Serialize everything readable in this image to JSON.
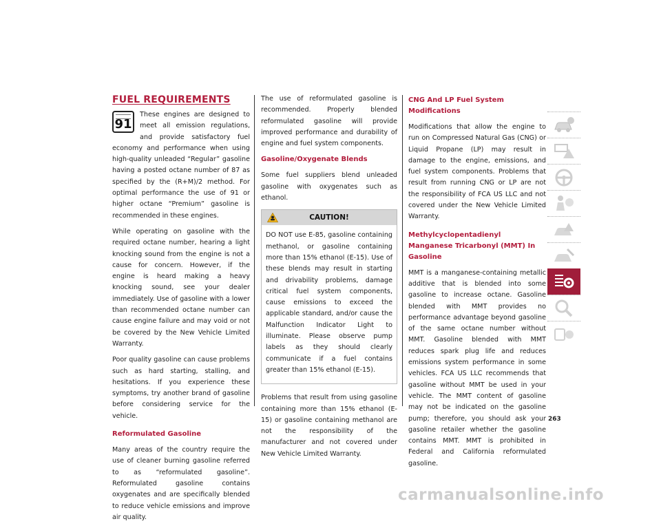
{
  "section_title": "FUEL REQUIREMENTS",
  "octane_badge": {
    "number": "91"
  },
  "col1": {
    "intro": "These engines are designed to meet all emission regulations, and provide satisfactory fuel economy and performance when using high-quality unleaded “Regular” gasoline having a posted octane number of 87 as specified by the (R+M)/2 method. For optimal performance the use of 91 or higher octane “Premium” gasoline is recommended in these engines.",
    "p2": "While operating on gasoline with the required octane number, hearing a light knocking sound from the engine is not a cause for concern. However, if the engine is heard making a heavy knocking sound, see your dealer immediately. Use of gasoline with a lower than recommended octane number can cause engine failure and may void or not be covered by the New Vehicle Limited Warranty.",
    "p3": "Poor quality gasoline can cause problems such as hard starting, stalling, and hesitations. If you experience these symptoms, try another brand of gasoline before considering service for the vehicle.",
    "h_reformulated": "Reformulated Gasoline",
    "p4": "Many areas of the country require the use of cleaner burning gasoline referred to as “reformulated gasoline”. Reformulated gasoline contains oxygenates and are specifically blended to reduce vehicle emissions and improve air quality."
  },
  "col2": {
    "p1": "The use of reformulated gasoline is recommended. Properly blended reformulated gasoline will provide improved performance and durability of engine and fuel system components.",
    "h_oxygenate": "Gasoline/Oxygenate Blends",
    "p2": "Some fuel suppliers blend unleaded gasoline with oxygenates such as ethanol.",
    "caution": {
      "title": "CAUTION!",
      "body": "DO NOT use E-85, gasoline containing methanol, or gasoline containing more than 15% ethanol (E-15). Use of these blends may result in starting and drivability problems, damage critical fuel system components, cause emissions to exceed the applicable standard, and/or cause the Malfunction Indicator Light to illuminate. Please observe pump labels as they should clearly communicate if a fuel contains greater than 15% ethanol (E-15)."
    },
    "p3": "Problems that result from using gasoline containing more than 15% ethanol (E-15) or gasoline containing methanol are not the responsibility of the manufacturer and not covered under New Vehicle Limited Warranty."
  },
  "col3": {
    "h_cng": "CNG And LP Fuel System Modifications",
    "p1": "Modifications that allow the engine to run on Compressed Natural Gas (CNG) or Liquid Propane (LP) may result in damage to the engine, emissions, and fuel system components. Problems that result from running CNG or LP are not the responsibility of FCA US LLC and not covered under the New Vehicle Limited Warranty.",
    "h_mmt": "Methylcyclopentadienyl Manganese Tricarbonyl (MMT) In Gasoline",
    "p2": "MMT is a manganese-containing metallic additive that is blended into some gasoline to increase octane. Gasoline blended with MMT provides no performance advantage beyond gasoline of the same octane number without MMT. Gasoline blended with MMT reduces spark plug life and reduces emissions system performance in some vehicles. FCA US LLC recommends that gasoline without MMT be used in your vehicle. The MMT content of gasoline may not be indicated on the gasoline pump; therefore, you should ask your gasoline retailer whether the gasoline contains MMT. MMT is prohibited in Federal and California reformulated gasoline."
  },
  "page_number": "263",
  "watermark": "carmanualsonline.info",
  "side_tabs": [
    {
      "icon": "car-info-icon",
      "active": false
    },
    {
      "icon": "instrument-warning-icon",
      "active": false
    },
    {
      "icon": "steering-wheel-icon",
      "active": false
    },
    {
      "icon": "airbag-safety-icon",
      "active": false
    },
    {
      "icon": "roadside-emergency-icon",
      "active": false
    },
    {
      "icon": "car-service-icon",
      "active": false
    },
    {
      "icon": "specifications-gear-icon",
      "active": true
    },
    {
      "icon": "magnifier-index-icon",
      "active": false
    },
    {
      "icon": "multimedia-icon",
      "active": false
    }
  ],
  "colors": {
    "heading": "#b21d3c",
    "active_tab": "#a01d3a",
    "caution_header": "#d6d6d6"
  }
}
